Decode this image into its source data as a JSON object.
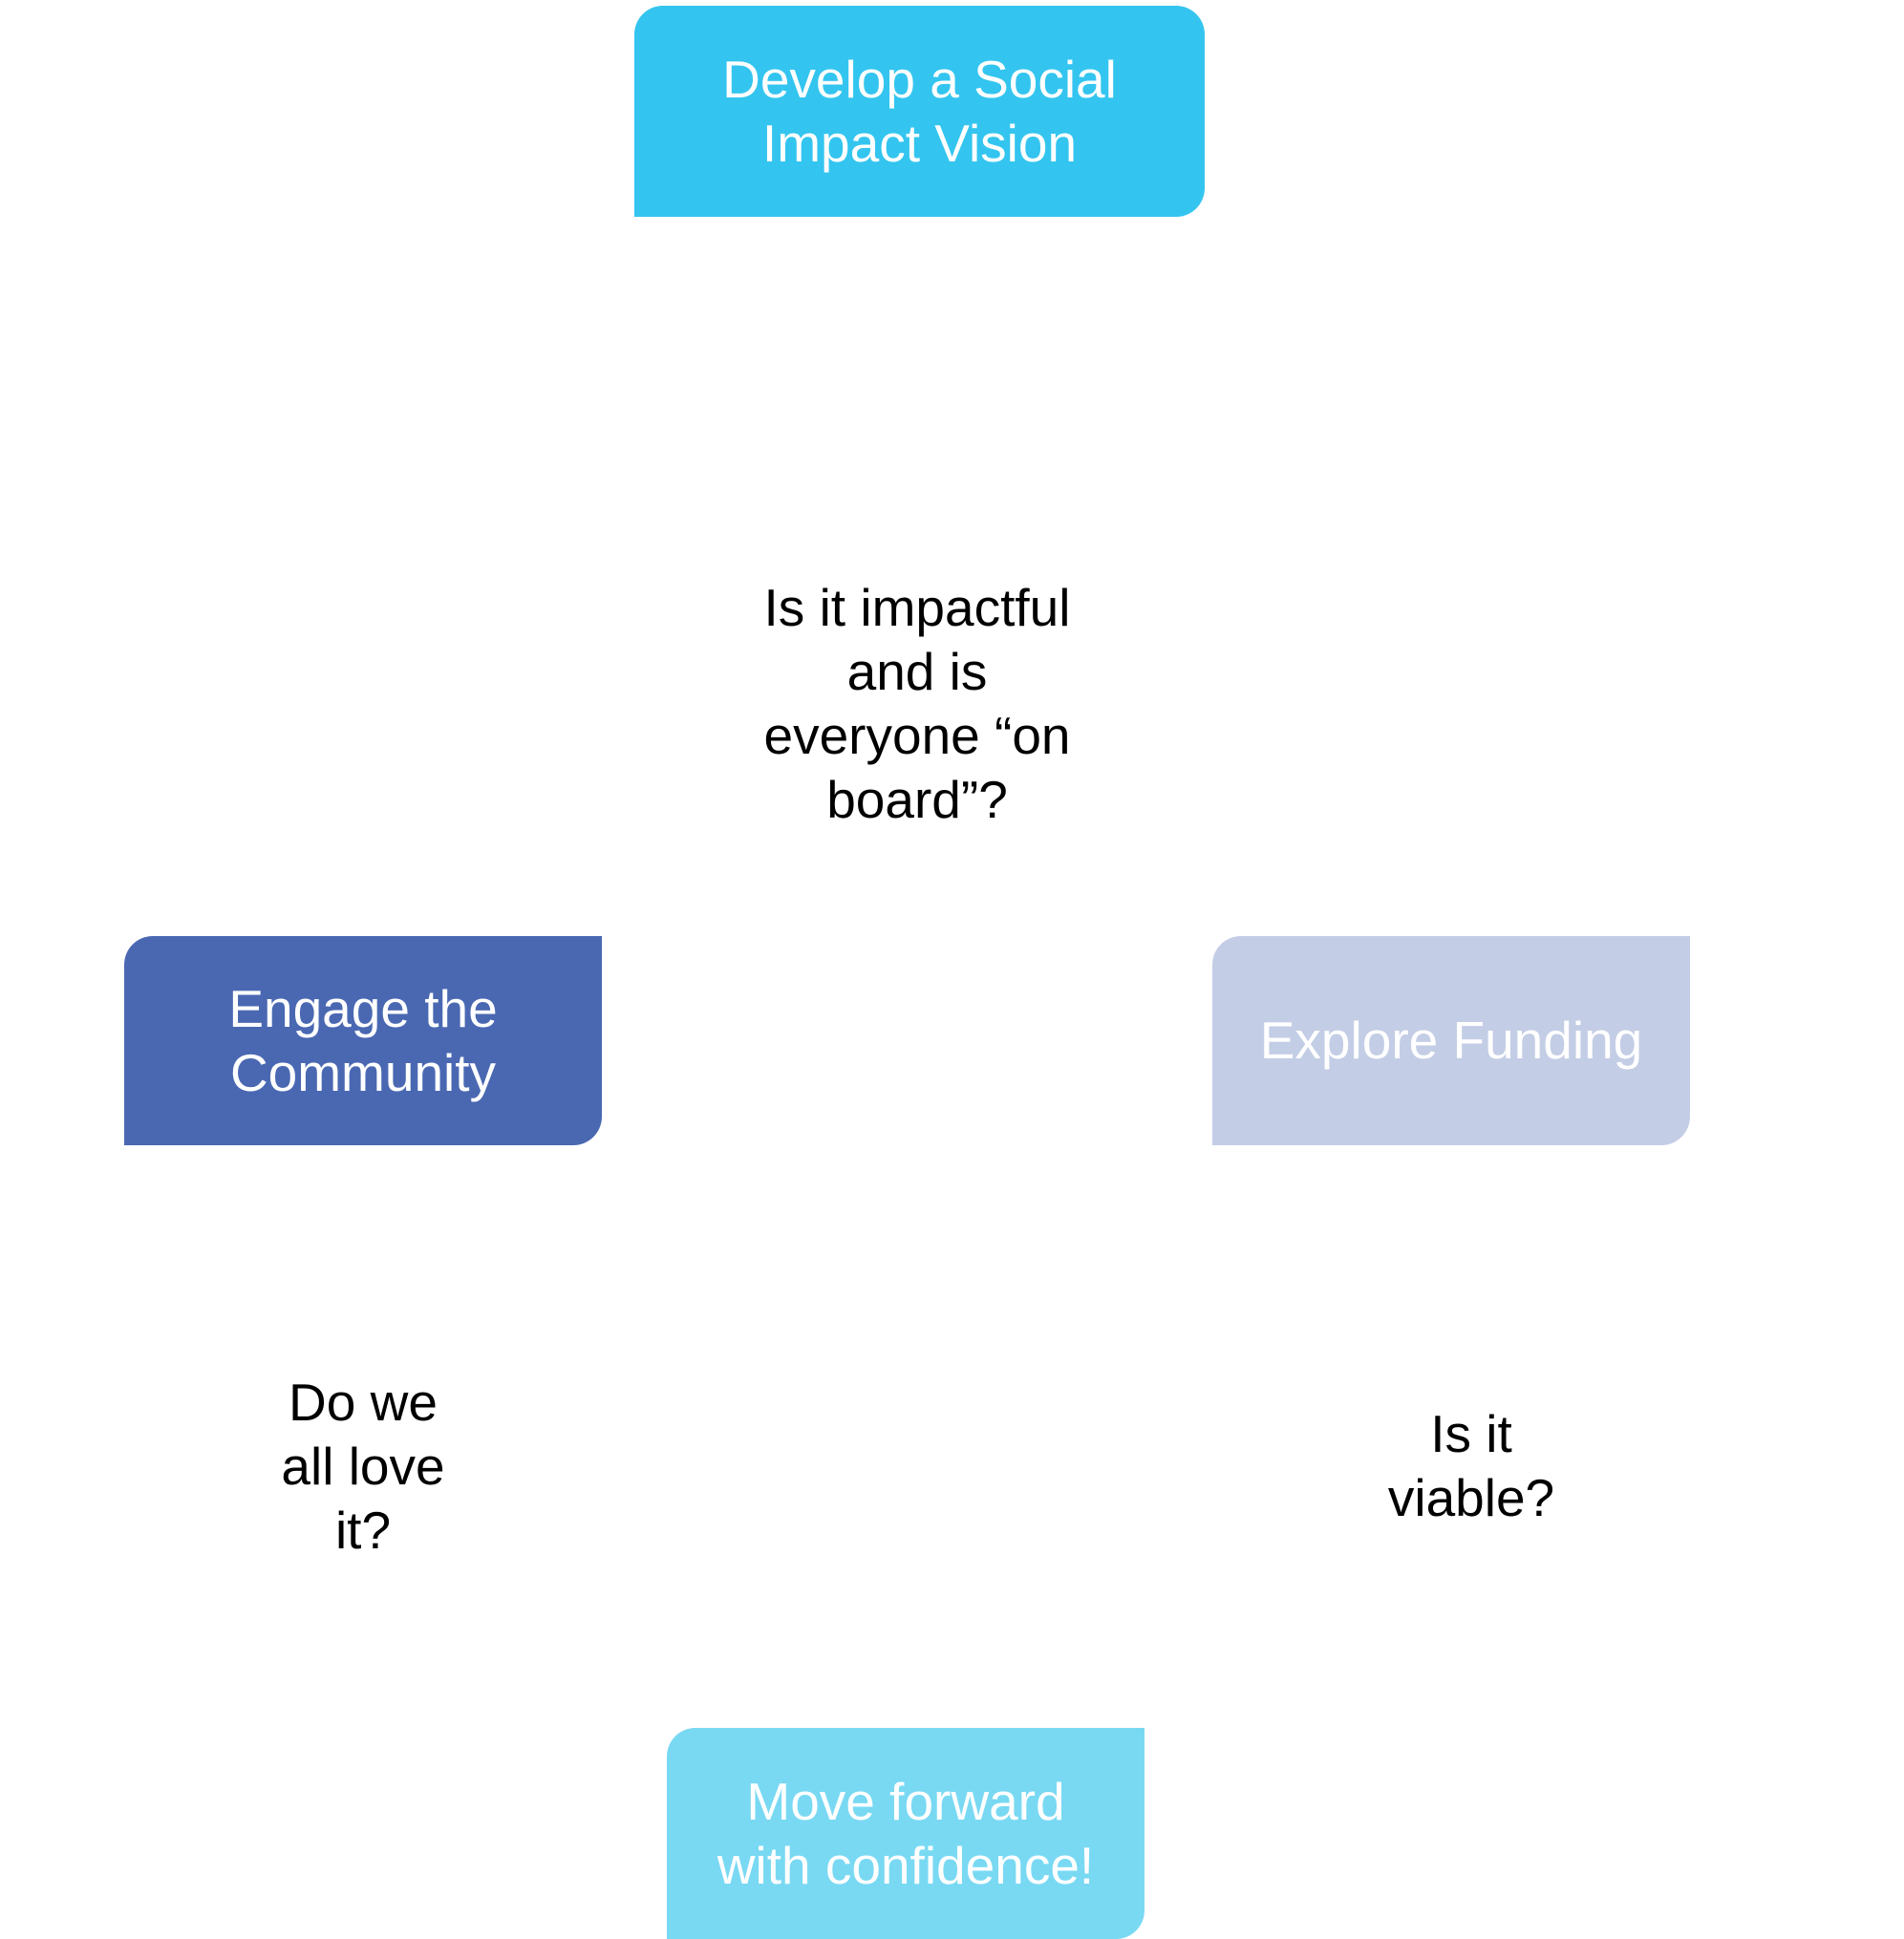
{
  "nodes": {
    "vision": {
      "lines": [
        "Develop a Social",
        "Impact Vision"
      ],
      "color": "#33c5ef"
    },
    "community": {
      "lines": [
        "Engage the",
        "Community"
      ],
      "color": "#4a68b2"
    },
    "funding": {
      "lines": [
        "Explore Funding"
      ],
      "color": "#c3cde5"
    },
    "forward": {
      "lines": [
        "Move forward",
        "with confidence!"
      ],
      "color": "#79d9f3"
    }
  },
  "questions": {
    "impactful": {
      "lines": [
        "Is it impactful",
        "and is",
        "everyone “on",
        "board”?"
      ]
    },
    "love": {
      "lines": [
        "Do we",
        "all love",
        "it?"
      ]
    },
    "viable": {
      "lines": [
        "Is it",
        "viable?"
      ]
    }
  }
}
